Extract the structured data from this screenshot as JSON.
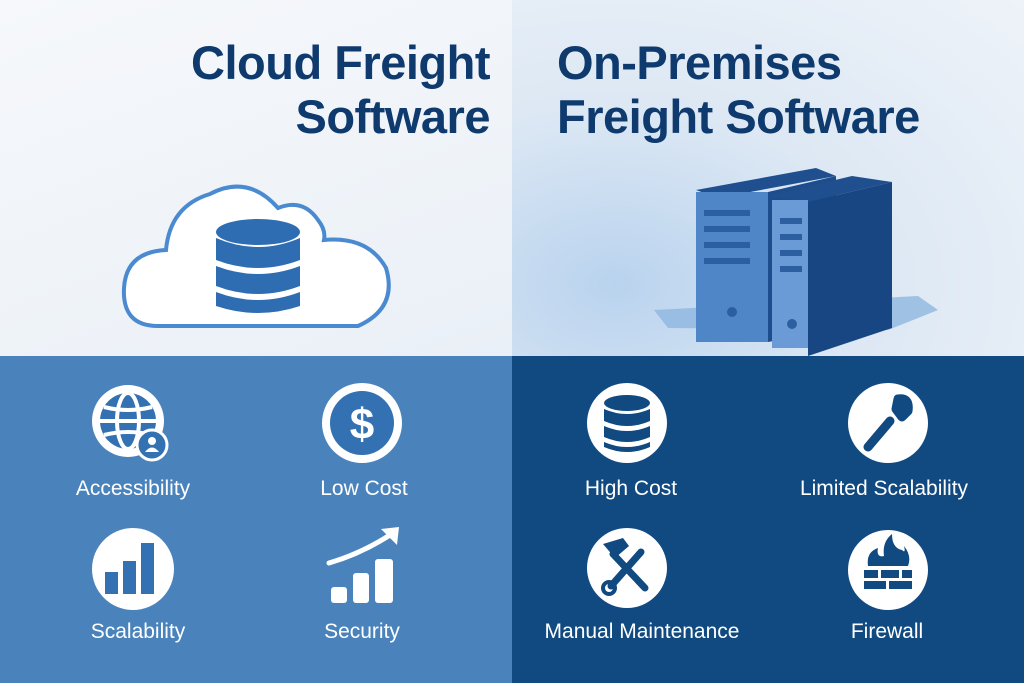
{
  "left_panel": {
    "title_line1": "Cloud Freight",
    "title_line2": "Software",
    "features": [
      {
        "label": "Accessibility",
        "icon": "globe-user-icon"
      },
      {
        "label": "Low Cost",
        "icon": "dollar-icon"
      },
      {
        "label": "Scalability",
        "icon": "bar-chart-icon"
      },
      {
        "label": "Security",
        "icon": "trending-chart-icon"
      }
    ]
  },
  "right_panel": {
    "title_line1": "On-Premises",
    "title_line2": "Freight Software",
    "features": [
      {
        "label": "High Cost",
        "icon": "database-icon"
      },
      {
        "label": "Limited Scalability",
        "icon": "wrench-icon"
      },
      {
        "label": "Manual Maintenance",
        "icon": "hammer-wrench-icon"
      },
      {
        "label": "Firewall",
        "icon": "firewall-icon"
      }
    ]
  },
  "colors": {
    "title": "#0f3a6e",
    "left_bottom": "#4a83bc",
    "right_bottom": "#114a80"
  }
}
